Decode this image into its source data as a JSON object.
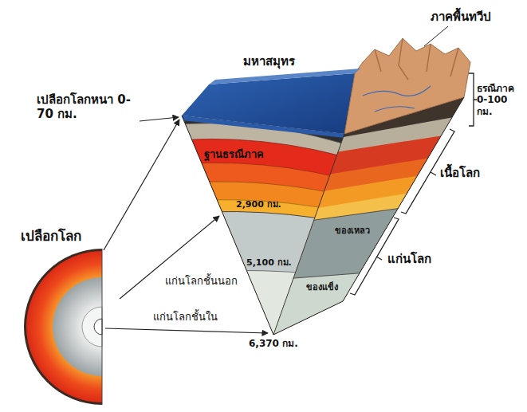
{
  "diagram": {
    "labels": [
      "มหาสมุทร",
      "ภาคพื้นทวีป",
      "เปลือกโลกหนา 0-70 กม.",
      "ธรณีภาค 0-100 กม.",
      "ฐานธรณีภาค",
      "เนื้อโลก",
      "2,900 กม.",
      "5,100 กม.",
      "ของเหลว",
      "ของแข็ง",
      "แก่นโลก",
      "เปลือกโลก",
      "แก่นโลกชั้นนอก",
      "แก่นโลกชั้นใน",
      "6,370 กม."
    ]
  }
}
